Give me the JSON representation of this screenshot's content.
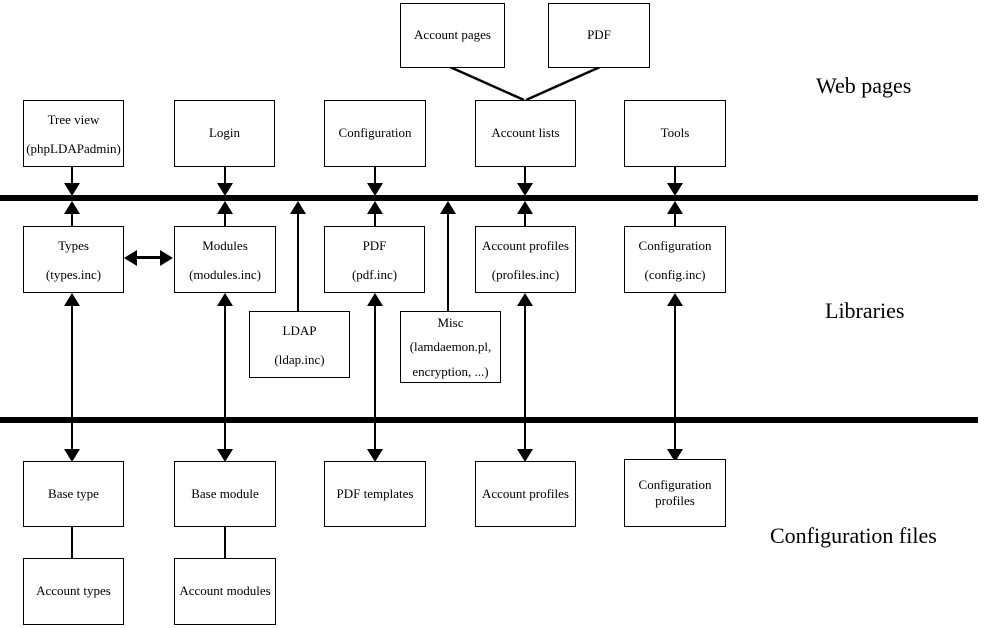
{
  "diagram": {
    "section_labels": {
      "web_pages": "Web pages",
      "libraries": "Libraries",
      "configuration_files": "Configuration files"
    },
    "boxes": {
      "account_pages": {
        "title": "Account pages"
      },
      "pdf_page": {
        "title": "PDF"
      },
      "tree_view": {
        "title": "Tree view",
        "subtitle": "(phpLDAPadmin)"
      },
      "login": {
        "title": "Login"
      },
      "configuration_page": {
        "title": "Configuration"
      },
      "account_lists": {
        "title": "Account lists"
      },
      "tools": {
        "title": "Tools"
      },
      "types": {
        "title": "Types",
        "subtitle": "(types.inc)"
      },
      "modules": {
        "title": "Modules",
        "subtitle": "(modules.inc)"
      },
      "pdf_lib": {
        "title": "PDF",
        "subtitle": "(pdf.inc)"
      },
      "account_profiles_lib": {
        "title": "Account profiles",
        "subtitle": "(profiles.inc)"
      },
      "configuration_lib": {
        "title": "Configuration",
        "subtitle": "(config.inc)"
      },
      "ldap": {
        "title": "LDAP",
        "subtitle": "(ldap.inc)"
      },
      "misc": {
        "title": "Misc",
        "subtitle_line1": "(lamdaemon.pl,",
        "subtitle_line2": "encryption, ...)"
      },
      "base_type": {
        "title": "Base type"
      },
      "base_module": {
        "title": "Base module"
      },
      "pdf_templates": {
        "title": "PDF templates"
      },
      "account_profiles_cfg": {
        "title": "Account profiles"
      },
      "configuration_profiles": {
        "title": "Configuration profiles"
      },
      "account_types": {
        "title": "Account types"
      },
      "account_modules": {
        "title": "Account modules"
      }
    },
    "colors": {
      "line": "#000000",
      "background": "#ffffff"
    }
  }
}
